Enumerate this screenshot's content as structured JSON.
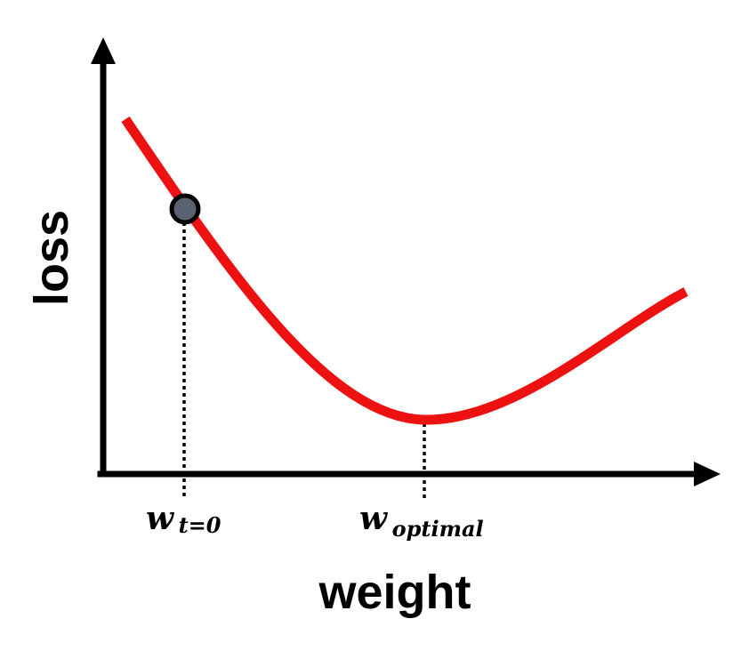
{
  "axes": {
    "x_title": "weight",
    "y_title": "loss"
  },
  "markers": {
    "start": {
      "base": "w",
      "sub": "t=0"
    },
    "optimum": {
      "base": "w",
      "sub": "optimal"
    }
  },
  "colors": {
    "curve": "#ee1111",
    "axes": "#000000",
    "point_fill": "#5a6270",
    "point_stroke": "#000000"
  }
}
